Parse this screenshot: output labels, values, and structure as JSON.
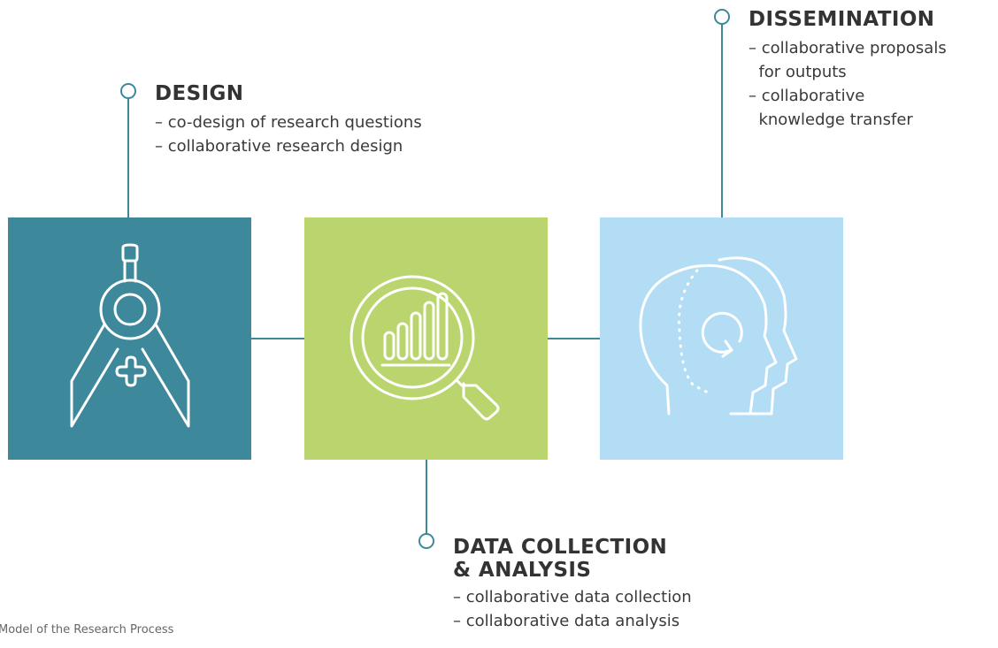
{
  "colors": {
    "design_box": "#3e889c",
    "data_box": "#bad56e",
    "dissemination_box": "#b2ddf4",
    "connector": "#3e889c",
    "icon_stroke": "#ffffff"
  },
  "stages": {
    "design": {
      "title": "DESIGN",
      "items": [
        "– co-design of research questions",
        "– collaborative research design"
      ],
      "icon": "compass-plus-icon"
    },
    "data": {
      "title_line1": "DATA COLLECTION",
      "title_line2": "& ANALYSIS",
      "items": [
        "– collaborative data collection",
        "– collaborative data analysis"
      ],
      "icon": "magnifier-bar-chart-icon"
    },
    "dissemination": {
      "title": "DISSEMINATION",
      "items": [
        "– collaborative proposals",
        "  for outputs",
        "– collaborative",
        "  knowledge transfer"
      ],
      "icon": "head-cycle-icon"
    }
  },
  "caption": "Model of the Research Process"
}
